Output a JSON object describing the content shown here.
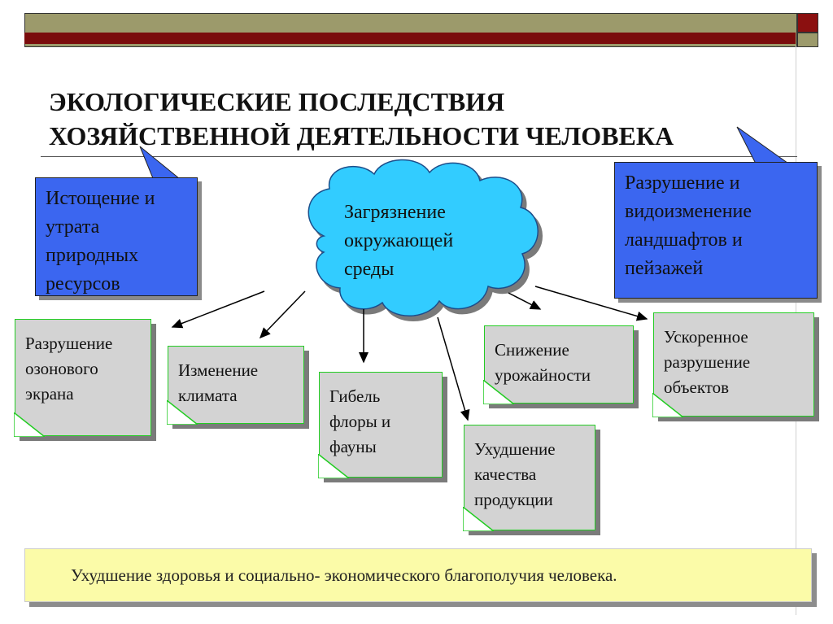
{
  "title": {
    "line1": "ЭКОЛОГИЧЕСКИЕ ПОСЛЕДСТВИЯ",
    "line2": "ХОЗЯЙСТВЕННОЙ ДЕЯТЕЛЬНОСТИ ЧЕЛОВЕКА"
  },
  "callouts": {
    "left": [
      "Истощение и",
      "утрата",
      "природных",
      "ресурсов"
    ],
    "right": [
      "Разрушение и",
      "видоизменение",
      "ландшафтов и",
      "пейзажей"
    ],
    "center": [
      "Загрязнение",
      "окружающей",
      "среды"
    ]
  },
  "notes": {
    "ozone": [
      "Разрушение",
      "озонового",
      "экрана"
    ],
    "climate": [
      "Изменение",
      "климата"
    ],
    "flora": [
      "Гибель",
      "флоры и",
      "фауны"
    ],
    "quality": [
      "Ухудшение",
      "качества",
      "продукции"
    ],
    "yield": [
      "Снижение",
      "урожайности"
    ],
    "objects": [
      "Ускоренное",
      "разрушение",
      "объектов"
    ]
  },
  "bottom": "Ухудшение здоровья и социально- экономического благополучия человека.",
  "colors": {
    "blue_callout": "#3b66f0",
    "cloud": "#33ccff",
    "note_fill": "#d3d3d3",
    "note_border": "#23cc23",
    "bottom_fill": "#fbfba8",
    "top_olive": "#9c9a6b",
    "top_red": "#7a0c0c"
  }
}
